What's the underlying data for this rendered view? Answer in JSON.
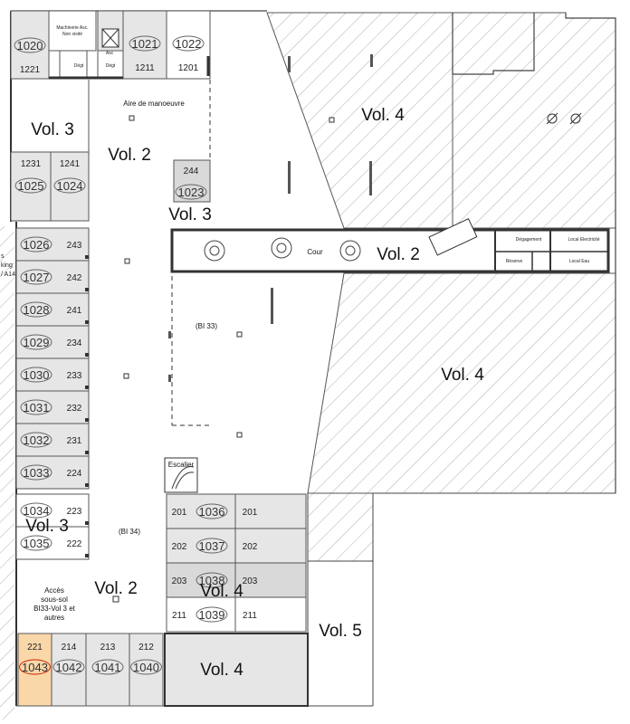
{
  "colors": {
    "unit_grey": "#e6e6e6",
    "unit_dark": "#d9d9d9",
    "highlight": "#f9d7a9",
    "highlight_text": "#cc2200",
    "hatch": "#9a9a9a"
  },
  "volumes": {
    "v3_top": "Vol. 3",
    "v4_top": "Vol. 4",
    "v2_top": "Vol. 2",
    "v3_mid": "Vol. 3",
    "v2_court": "Vol. 2",
    "v4_right": "Vol. 4",
    "v3_left": "Vol. 3",
    "v2_bottom": "Vol. 2",
    "v4_center": "Vol. 4",
    "v5": "Vol. 5",
    "v4_bottom": "Vol. 4"
  },
  "top_rooms": {
    "machine": "Machinerie Asc.\nNon visité",
    "asc": "Asc",
    "dlgt1": "Dégt",
    "dlgt2": "Dégt",
    "lot1020": "1020",
    "sub1221": "1221",
    "lot1021": "1021",
    "sub1211": "1211",
    "lot1022": "1022",
    "sub1201": "1201"
  },
  "labels": {
    "aire": "Aire de manoeuvre",
    "bi33": "(BI 33)",
    "bi34": "(BI 34)",
    "cour": "Cour",
    "escalier": "Escalier",
    "degagement": "Dégagement",
    "local_elec": "Local Electricité",
    "reserve": "Réserve",
    "local_eau": "Local Eau",
    "acces": "Accès\nsous-sol\nBI33-Vol 3 et\nautres",
    "side_text": "s\nking\n/ A14"
  },
  "mid_units": [
    {
      "top": "1231",
      "lot": "1025"
    },
    {
      "top": "1241",
      "lot": "1024"
    }
  ],
  "unit_244": {
    "num": "244",
    "lot": "1023"
  },
  "left_column": [
    {
      "lot": "1026",
      "num": "243"
    },
    {
      "lot": "1027",
      "num": "242"
    },
    {
      "lot": "1028",
      "num": "241"
    },
    {
      "lot": "1029",
      "num": "234"
    },
    {
      "lot": "1030",
      "num": "233"
    },
    {
      "lot": "1031",
      "num": "232"
    },
    {
      "lot": "1032",
      "num": "231"
    },
    {
      "lot": "1033",
      "num": "224"
    },
    {
      "lot": "1034",
      "num": "223"
    },
    {
      "lot": "1035",
      "num": "222"
    }
  ],
  "center_block": [
    {
      "left": "201",
      "lot": "1036",
      "right": "201"
    },
    {
      "left": "202",
      "lot": "1037",
      "right": "202"
    },
    {
      "left": "203",
      "lot": "1038",
      "right": "203"
    },
    {
      "left": "211",
      "lot": "1039",
      "right": "211"
    }
  ],
  "bottom_row": [
    {
      "num": "221",
      "lot": "1043",
      "highlight": true
    },
    {
      "num": "214",
      "lot": "1042",
      "highlight": false
    },
    {
      "num": "213",
      "lot": "1041",
      "highlight": false
    },
    {
      "num": "212",
      "lot": "1040",
      "highlight": false
    }
  ]
}
